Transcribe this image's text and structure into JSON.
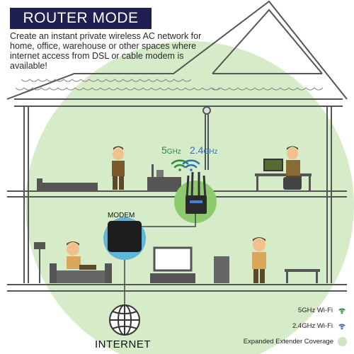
{
  "title": "ROUTER MODE",
  "description_lines": [
    "Create an instant private wireless AC network for",
    "home, office, warehouse or other spaces where",
    "internet access from DSL or cable modem is",
    "available!"
  ],
  "band_labels": {
    "ghz5_num": "5",
    "ghz5_unit": "GHz",
    "ghz24_num": "2.4",
    "ghz24_unit": "GHz"
  },
  "modem_label": "MODEM",
  "internet_label": "INTERNET",
  "legend": [
    {
      "label": "5GHz Wi-Fi",
      "icon": "wifi-icon",
      "color": "#2e8b3d"
    },
    {
      "label": "2.4GHz Wi-Fi",
      "icon": "wifi-icon",
      "color": "#2f6fb8"
    },
    {
      "label": "Expanded Extender Coverage",
      "icon": "coverage-dot",
      "color": "#cfe6bf"
    }
  ],
  "colors": {
    "title_bg": "#1f1f52",
    "coverage": "#d6ebc8",
    "house_line": "#555555",
    "ghz5": "#2e8b3d",
    "ghz24": "#2f6fb8"
  }
}
